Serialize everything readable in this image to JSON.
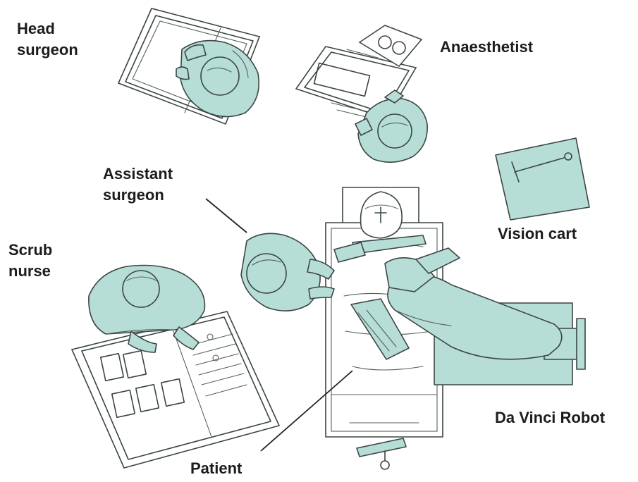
{
  "labels": {
    "head_surgeon": [
      "Head",
      "surgeon"
    ],
    "anaesthetist": "Anaesthetist",
    "vision_cart": "Vision cart",
    "assistant_surgeon": [
      "Assistant",
      "surgeon"
    ],
    "scrub_nurse": [
      "Scrub",
      "nurse"
    ],
    "da_vinci_robot": "Da Vinci Robot",
    "patient": "Patient"
  },
  "colors": {
    "figure_fill": "#b6ddd6",
    "outline": "#3b4644",
    "background": "#ffffff",
    "text": "#1c1c1c"
  }
}
